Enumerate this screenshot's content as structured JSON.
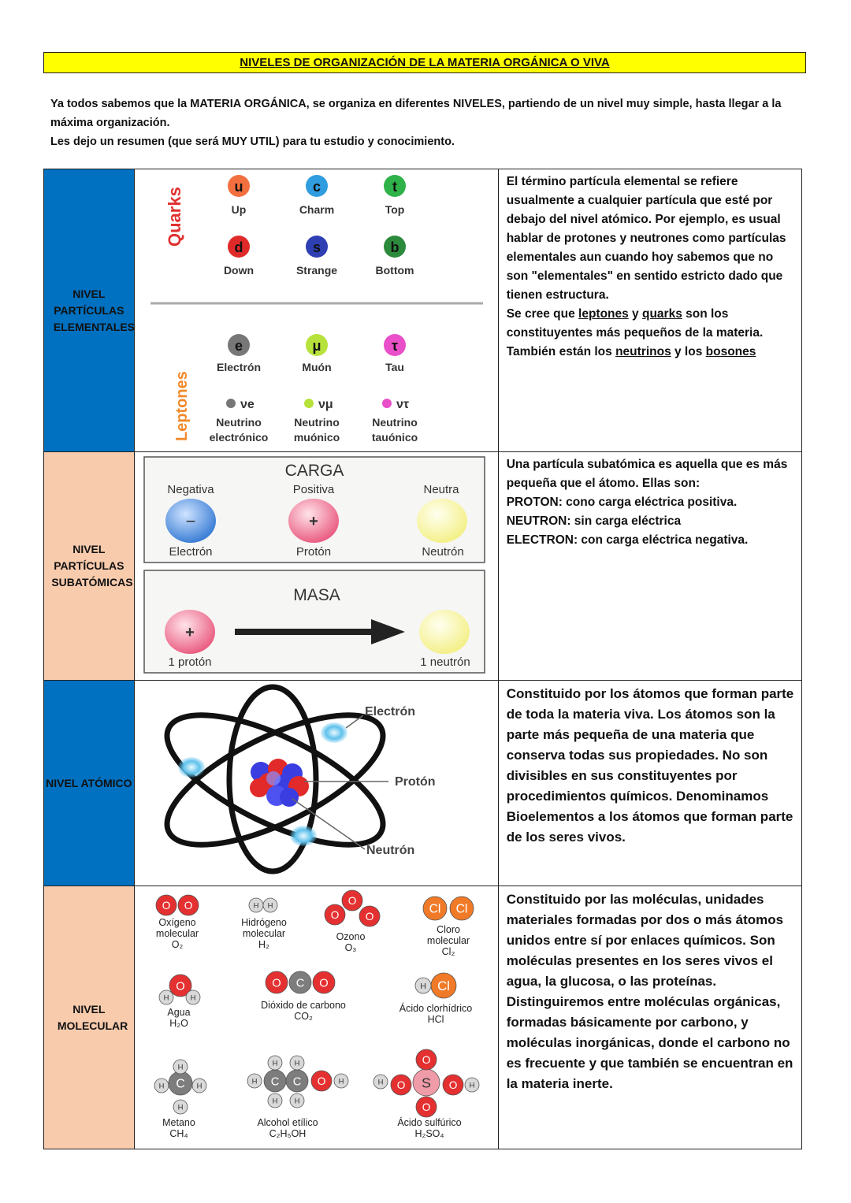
{
  "title": "NIVELES DE ORGANIZACIÓN DE LA MATERIA ORGÁNICA O VIVA",
  "intro": {
    "line1": "Ya todos sabemos que la MATERIA ORGÁNICA, se organiza en diferentes NIVELES, partiendo de un nivel muy simple, hasta llegar a la máxima organización.",
    "line2": "Les dejo un resumen (que será MUY UTIL) para tu estudio y conocimiento."
  },
  "colors": {
    "blue": "#0070c0",
    "peach": "#f8cbad",
    "title_bg": "#ffff00"
  },
  "levels": [
    {
      "label": "NIVEL PARTÍCULAS ELEMENTALES",
      "figure": {
        "quarks_title": "Quarks",
        "quarks": [
          {
            "symbol": "u",
            "name": "Up",
            "color": "#f2703f"
          },
          {
            "symbol": "c",
            "name": "Charm",
            "color": "#2f9de0"
          },
          {
            "symbol": "t",
            "name": "Top",
            "color": "#2fb24a"
          },
          {
            "symbol": "d",
            "name": "Down",
            "color": "#e02a2a"
          },
          {
            "symbol": "s",
            "name": "Strange",
            "color": "#2e3fb3"
          },
          {
            "symbol": "b",
            "name": "Bottom",
            "color": "#2c8a3c"
          }
        ],
        "leptons_title": "Leptones",
        "leptons": [
          {
            "symbol": "e",
            "name": "Electrón",
            "color": "#777777"
          },
          {
            "symbol": "μ",
            "name": "Muón",
            "color": "#b7e23b"
          },
          {
            "symbol": "τ",
            "name": "Tau",
            "color": "#e84fc8"
          }
        ],
        "neutrinos": [
          {
            "symbol": "νe",
            "name1": "Neutrino",
            "name2": "electrónico",
            "color": "#777777"
          },
          {
            "symbol": "νμ",
            "name1": "Neutrino",
            "name2": "muónico",
            "color": "#b7e23b"
          },
          {
            "symbol": "ντ",
            "name1": "Neutrino",
            "name2": "tauónico",
            "color": "#e84fc8"
          }
        ]
      },
      "text": {
        "p1": "El término partícula elemental se refiere usualmente a cualquier partícula que esté por debajo del nivel atómico. Por ejemplo, es usual hablar de protones y neutrones como partículas elementales aun cuando hoy sabemos que no son \"elementales\" en sentido estricto dado que tienen estructura.",
        "p2a": "Se cree que ",
        "leptones": "leptones",
        "y1": " y ",
        "quarks": "quarks",
        "p2b": " son los constituyentes más pequeños de la materia. También están los ",
        "neutrinos": "neutrinos",
        "y2": " y los ",
        "bosones": "bosones"
      }
    },
    {
      "label": "NIVEL PARTÍCULAS SUBATÓMICAS",
      "figure": {
        "carga_title": "CARGA",
        "negativa": "Negativa",
        "positiva": "Positiva",
        "neutra": "Neutra",
        "electron": "Electrón",
        "proton": "Protón",
        "neutron": "Neutrón",
        "minus": "−",
        "plus": "+",
        "masa_title": "MASA",
        "one_proton": "1 protón",
        "one_neutron": "1 neutrón"
      },
      "text": {
        "p1": "Una partícula subatómica es aquella que es más pequeña que el átomo. Ellas son:",
        "p2": "PROTON: cono carga eléctrica positiva.",
        "p3": "NEUTRON: sin carga eléctrica",
        "p4": "ELECTRON: con carga eléctrica negativa."
      }
    },
    {
      "label": "NIVEL ATÓMICO",
      "figure": {
        "electron": "Electrón",
        "proton": "Protón",
        "neutron": "Neutrón"
      },
      "text": {
        "p1": "Constituido por los átomos que forman parte de toda la materia viva. Los átomos son la parte más pequeña de una materia que conserva todas sus propiedades. No son divisibles en sus constituyentes por procedimientos químicos. Denominamos Bioelementos a los átomos que forman parte de los seres vivos."
      }
    },
    {
      "label": "NIVEL MOLECULAR",
      "figure": {
        "molecules": [
          {
            "name": "Oxígeno molecular",
            "formula": "O₂"
          },
          {
            "name": "Hidrógeno molecular",
            "formula": "H₂"
          },
          {
            "name": "Ozono",
            "formula": "O₃"
          },
          {
            "name": "Cloro molecular",
            "formula": "Cl₂"
          },
          {
            "name": "Agua",
            "formula": "H₂O"
          },
          {
            "name": "Dióxido de carbono",
            "formula": "CO₂"
          },
          {
            "name": "Ácido clorhídrico",
            "formula": "HCl"
          },
          {
            "name": "Metano",
            "formula": "CH₄"
          },
          {
            "name": "Alcohol etílico",
            "formula": "C₂H₅OH"
          },
          {
            "name": "Ácido sulfúrico",
            "formula": "H₂SO₄"
          }
        ]
      },
      "text": {
        "p1": "Constituido por las moléculas, unidades materiales formadas por dos o más átomos unidos entre sí por enlaces químicos. Son moléculas presentes en los seres vivos el agua, la glucosa, o las proteínas.",
        "p2": "Distinguiremos entre moléculas orgánicas, formadas básicamente por carbono, y moléculas inorgánicas, donde el carbono no es frecuente y que también se encuentran en la materia inerte."
      }
    }
  ]
}
